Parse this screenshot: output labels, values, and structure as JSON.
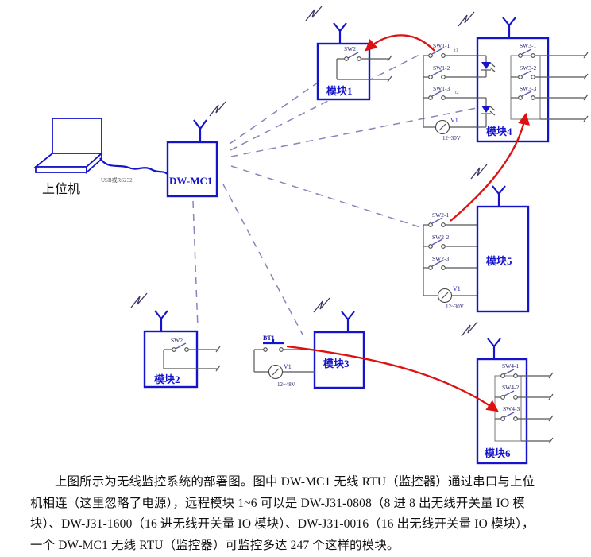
{
  "diagram": {
    "host": {
      "label": "上位机",
      "cable_label": "USB或RS232"
    },
    "controller": {
      "label": "DW-MC1"
    },
    "modules": {
      "m1": {
        "label": "模块1",
        "switch": "SW2"
      },
      "m2": {
        "label": "模块2",
        "switch": "SW2"
      },
      "m3": {
        "label": "模块3",
        "button": "BT1",
        "source": "V1",
        "range": "12~48V"
      },
      "m4": {
        "label": "模块4",
        "switches": [
          "SW3-1",
          "SW3-2",
          "SW3-3"
        ]
      },
      "m5": {
        "label": "模块5"
      },
      "m6": {
        "label": "模块6",
        "switches": [
          "SW4-1",
          "SW4-2",
          "SW4-3"
        ]
      }
    },
    "bank1": {
      "switches": [
        "SW1-1",
        "SW1-2",
        "SW1-3"
      ],
      "source": "V1",
      "range": "12~30V",
      "marks": [
        "t1",
        "t2"
      ]
    },
    "bank2": {
      "switches": [
        "SW2-1",
        "SW2-2",
        "SW2-3"
      ],
      "source": "V1",
      "range": "12~30V"
    }
  },
  "caption": {
    "lines": [
      "上图所示为无线监控系统的部署图。图中 DW-MC1 无线 RTU（监控器）通过串口与上位",
      "机相连（这里忽略了电源），远程模块 1~6 可以是 DW-J31-0808（8 进 8 出无线开关量 IO 模",
      "块）、DW-J31-1600（16 进无线开关量 IO 模块）、DW-J31-0016（16 出无线开关量 IO 模块），",
      "一个 DW-MC1 无线 RTU（监控器）可监控多达 247 个这样的模块。"
    ]
  },
  "colors": {
    "accent_blue": "#1414cc",
    "wire_gray": "#555555",
    "link_dash": "#8686bc",
    "arrow_red": "#dd1111",
    "text_black": "#101010"
  }
}
